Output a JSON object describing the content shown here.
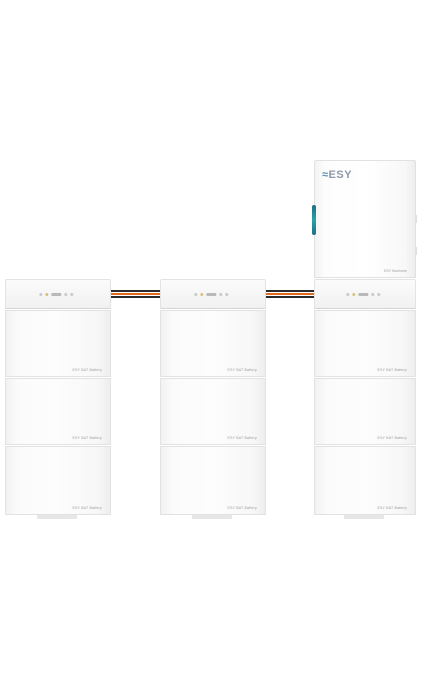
{
  "inverter": {
    "brand_text": "ESY",
    "model_label": "ESY Sunhome"
  },
  "battery_label": "ESY BAT Battery",
  "stacks": [
    {
      "id": "left",
      "modules": 3,
      "has_inverter": false
    },
    {
      "id": "middle",
      "modules": 3,
      "has_inverter": false
    },
    {
      "id": "right",
      "modules": 3,
      "has_inverter": true
    }
  ],
  "colors": {
    "body": "#fafafa",
    "cable_positive": "#e06a1d",
    "cable_negative": "#2a2a2a",
    "status_light": "#2aa2a6"
  },
  "icons": [
    "status-led-icon",
    "logo-icon"
  ]
}
